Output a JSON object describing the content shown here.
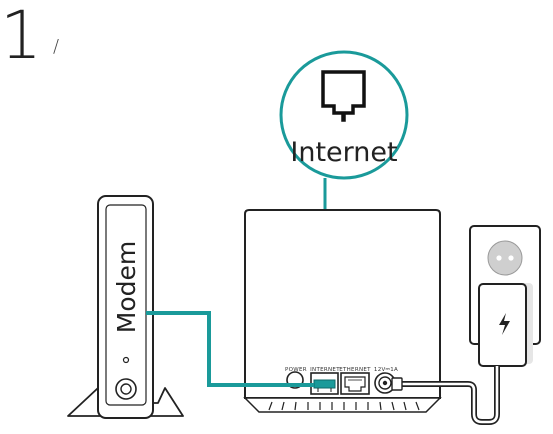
{
  "step": {
    "number": "1",
    "separator": "/"
  },
  "callout": {
    "label": "Internet",
    "icon": "ethernet-port-icon"
  },
  "modem": {
    "label": "Modem"
  },
  "router": {
    "ports": {
      "power": "POWER",
      "internet": "INTERNET",
      "ethernet": "ETHERNET",
      "dc_input": "12V⎓1A"
    }
  },
  "adapter": {
    "icons": [
      "wall-socket-icon",
      "lightning-bolt-icon"
    ]
  },
  "colors": {
    "accent": "#1a9a9a",
    "outline": "#222222",
    "socket_fill": "#cfcfcf",
    "shadow": "#e6e6e6"
  }
}
